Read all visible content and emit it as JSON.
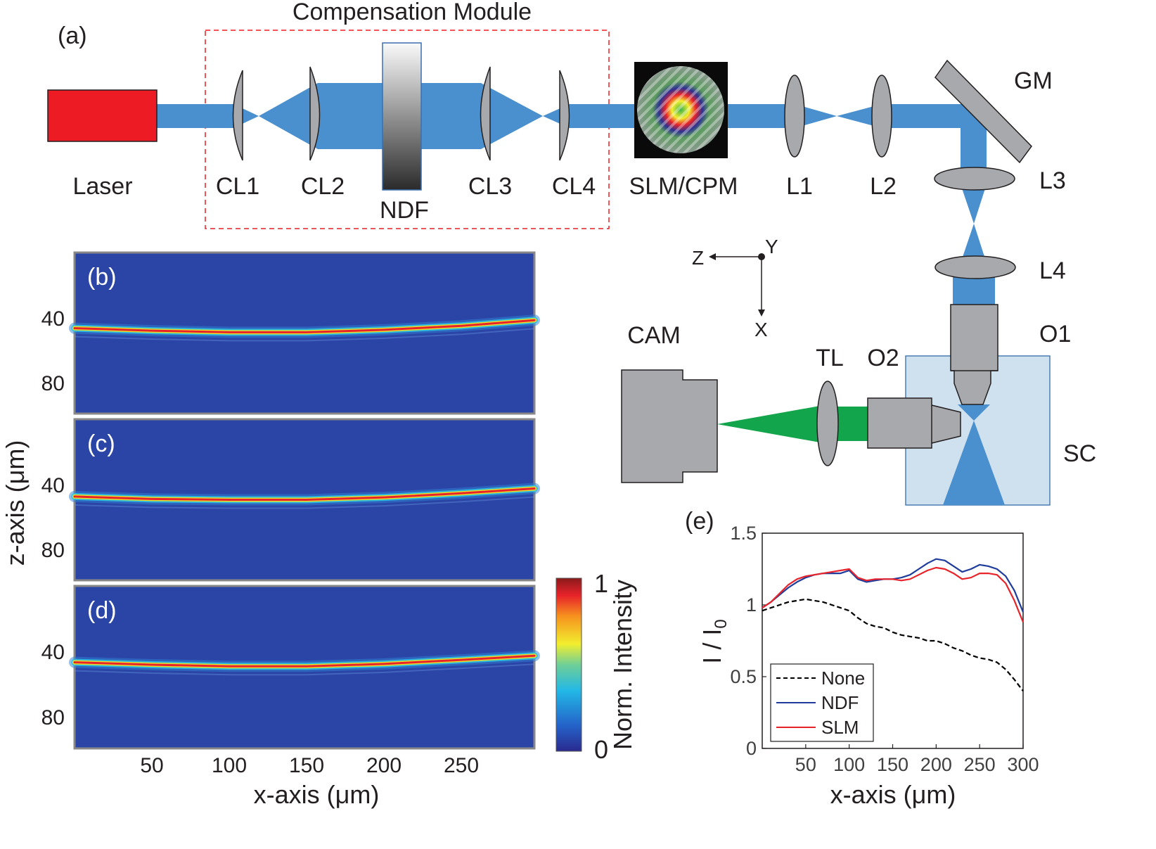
{
  "schematic": {
    "panel_label": "(a)",
    "module_title": "Compensation Module",
    "components": {
      "laser": "Laser",
      "cl1": "CL1",
      "cl2": "CL2",
      "ndf": "NDF",
      "cl3": "CL3",
      "cl4": "CL4",
      "slm": "SLM/CPM",
      "l1": "L1",
      "l2": "L2",
      "gm": "GM",
      "l3": "L3",
      "l4": "L4",
      "o1": "O1",
      "o2": "O2",
      "tl": "TL",
      "cam": "CAM",
      "sc": "SC"
    },
    "axes_labels": {
      "z": "Z",
      "y": "Y",
      "x": "X"
    },
    "colors": {
      "laser": "#ed1c24",
      "beam": "#4a90cf",
      "emission": "#13a54b",
      "optic": "#a7a9ac",
      "module_border": "#ed1c24",
      "sample_chamber": "#cfe0ef"
    }
  },
  "heatmaps": {
    "panels": [
      "(b)",
      "(c)",
      "(d)"
    ],
    "ylabel": "z-axis (μm)",
    "xlabel": "x-axis (μm)",
    "yticks": [
      "40",
      "80"
    ],
    "xticks": [
      "50",
      "100",
      "150",
      "200",
      "250"
    ],
    "colorbar": {
      "label": "Norm. Intensity",
      "max": "1",
      "min": "0"
    }
  },
  "chart_data": [
    {
      "type": "heatmap",
      "panel": "(b)",
      "xlabel": "x-axis (μm)",
      "ylabel": "z-axis (μm)",
      "xlim": [
        0,
        297
      ],
      "ylim": [
        100,
        0
      ],
      "line_profile": {
        "x": [
          0,
          50,
          100,
          150,
          200,
          250,
          297
        ],
        "z": [
          47,
          48.5,
          49.5,
          49.5,
          48,
          45.5,
          42
        ]
      },
      "colorbar_range": [
        0,
        1
      ]
    },
    {
      "type": "heatmap",
      "panel": "(c)",
      "xlabel": "x-axis (μm)",
      "ylabel": "z-axis (μm)",
      "xlim": [
        0,
        297
      ],
      "ylim": [
        100,
        0
      ],
      "line_profile": {
        "x": [
          0,
          50,
          100,
          150,
          200,
          250,
          297
        ],
        "z": [
          48,
          49.5,
          50,
          50,
          48.5,
          46,
          43
        ]
      },
      "colorbar_range": [
        0,
        1
      ]
    },
    {
      "type": "heatmap",
      "panel": "(d)",
      "xlabel": "x-axis (μm)",
      "ylabel": "z-axis (μm)",
      "xlim": [
        0,
        297
      ],
      "ylim": [
        100,
        0
      ],
      "line_profile": {
        "x": [
          0,
          50,
          100,
          150,
          200,
          250,
          297
        ],
        "z": [
          47,
          48.5,
          49.5,
          49.5,
          48,
          45.5,
          43
        ]
      },
      "colorbar_range": [
        0,
        1
      ]
    },
    {
      "type": "line",
      "panel": "(e)",
      "xlabel": "x-axis (μm)",
      "ylabel": "I / I0",
      "xlim": [
        0,
        300
      ],
      "ylim": [
        0,
        1.5
      ],
      "xticks": [
        "50",
        "100",
        "150",
        "200",
        "250",
        "300"
      ],
      "yticks": [
        "0",
        "0.5",
        "1",
        "1.5"
      ],
      "legend_position": "bottom-left",
      "series": [
        {
          "name": "None",
          "color": "#000000",
          "dash": true,
          "x": [
            0,
            10,
            20,
            30,
            40,
            50,
            60,
            70,
            80,
            90,
            100,
            110,
            120,
            130,
            140,
            150,
            160,
            170,
            180,
            190,
            200,
            210,
            220,
            230,
            240,
            250,
            260,
            270,
            280,
            290,
            300
          ],
          "y": [
            0.96,
            0.98,
            1.0,
            1.02,
            1.03,
            1.04,
            1.03,
            1.02,
            1.0,
            0.98,
            0.96,
            0.91,
            0.87,
            0.85,
            0.84,
            0.81,
            0.79,
            0.78,
            0.77,
            0.75,
            0.75,
            0.73,
            0.7,
            0.68,
            0.65,
            0.63,
            0.62,
            0.6,
            0.55,
            0.48,
            0.4
          ]
        },
        {
          "name": "NDF",
          "color": "#1f3c9c",
          "dash": false,
          "x": [
            0,
            10,
            20,
            30,
            40,
            50,
            60,
            70,
            80,
            90,
            100,
            110,
            120,
            130,
            140,
            150,
            160,
            170,
            180,
            190,
            200,
            210,
            220,
            230,
            240,
            250,
            260,
            270,
            280,
            290,
            300
          ],
          "y": [
            0.98,
            1.02,
            1.07,
            1.12,
            1.16,
            1.19,
            1.21,
            1.22,
            1.22,
            1.22,
            1.24,
            1.18,
            1.16,
            1.17,
            1.18,
            1.18,
            1.19,
            1.21,
            1.25,
            1.29,
            1.32,
            1.31,
            1.27,
            1.23,
            1.25,
            1.28,
            1.27,
            1.25,
            1.2,
            1.1,
            0.95
          ]
        },
        {
          "name": "SLM",
          "color": "#e8232a",
          "dash": false,
          "x": [
            0,
            10,
            20,
            30,
            40,
            50,
            60,
            70,
            80,
            90,
            100,
            110,
            120,
            130,
            140,
            150,
            160,
            170,
            180,
            190,
            200,
            210,
            220,
            230,
            240,
            250,
            260,
            270,
            280,
            290,
            300
          ],
          "y": [
            0.98,
            1.02,
            1.08,
            1.14,
            1.18,
            1.2,
            1.21,
            1.22,
            1.23,
            1.24,
            1.25,
            1.19,
            1.17,
            1.18,
            1.18,
            1.18,
            1.17,
            1.18,
            1.21,
            1.24,
            1.26,
            1.25,
            1.22,
            1.18,
            1.19,
            1.22,
            1.22,
            1.21,
            1.15,
            1.03,
            0.88
          ]
        }
      ]
    }
  ],
  "line_panel": {
    "label": "(e)",
    "xlabel": "x-axis (μm)",
    "ylabel_main": "I / I",
    "ylabel_sub": "0"
  }
}
